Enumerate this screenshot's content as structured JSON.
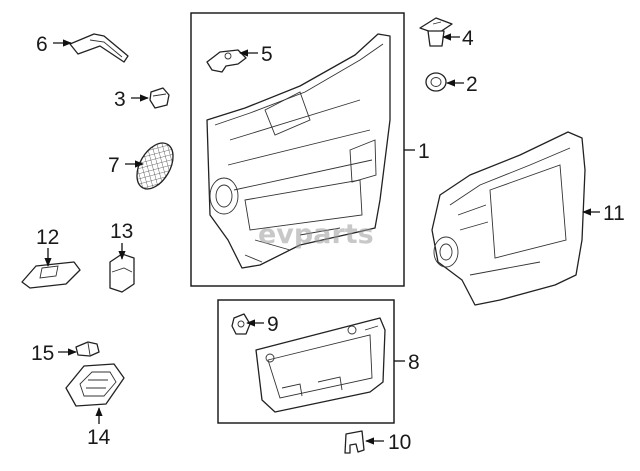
{
  "callouts": {
    "c1": "1",
    "c2": "2",
    "c3": "3",
    "c4": "4",
    "c5": "5",
    "c6": "6",
    "c7": "7",
    "c8": "8",
    "c9": "9",
    "c10": "10",
    "c11": "11",
    "c12": "12",
    "c13": "13",
    "c14": "14",
    "c15": "15"
  },
  "watermark": "evparts",
  "colors": {
    "line": "#222222",
    "background": "#ffffff",
    "watermark": "#9a9a9a"
  }
}
